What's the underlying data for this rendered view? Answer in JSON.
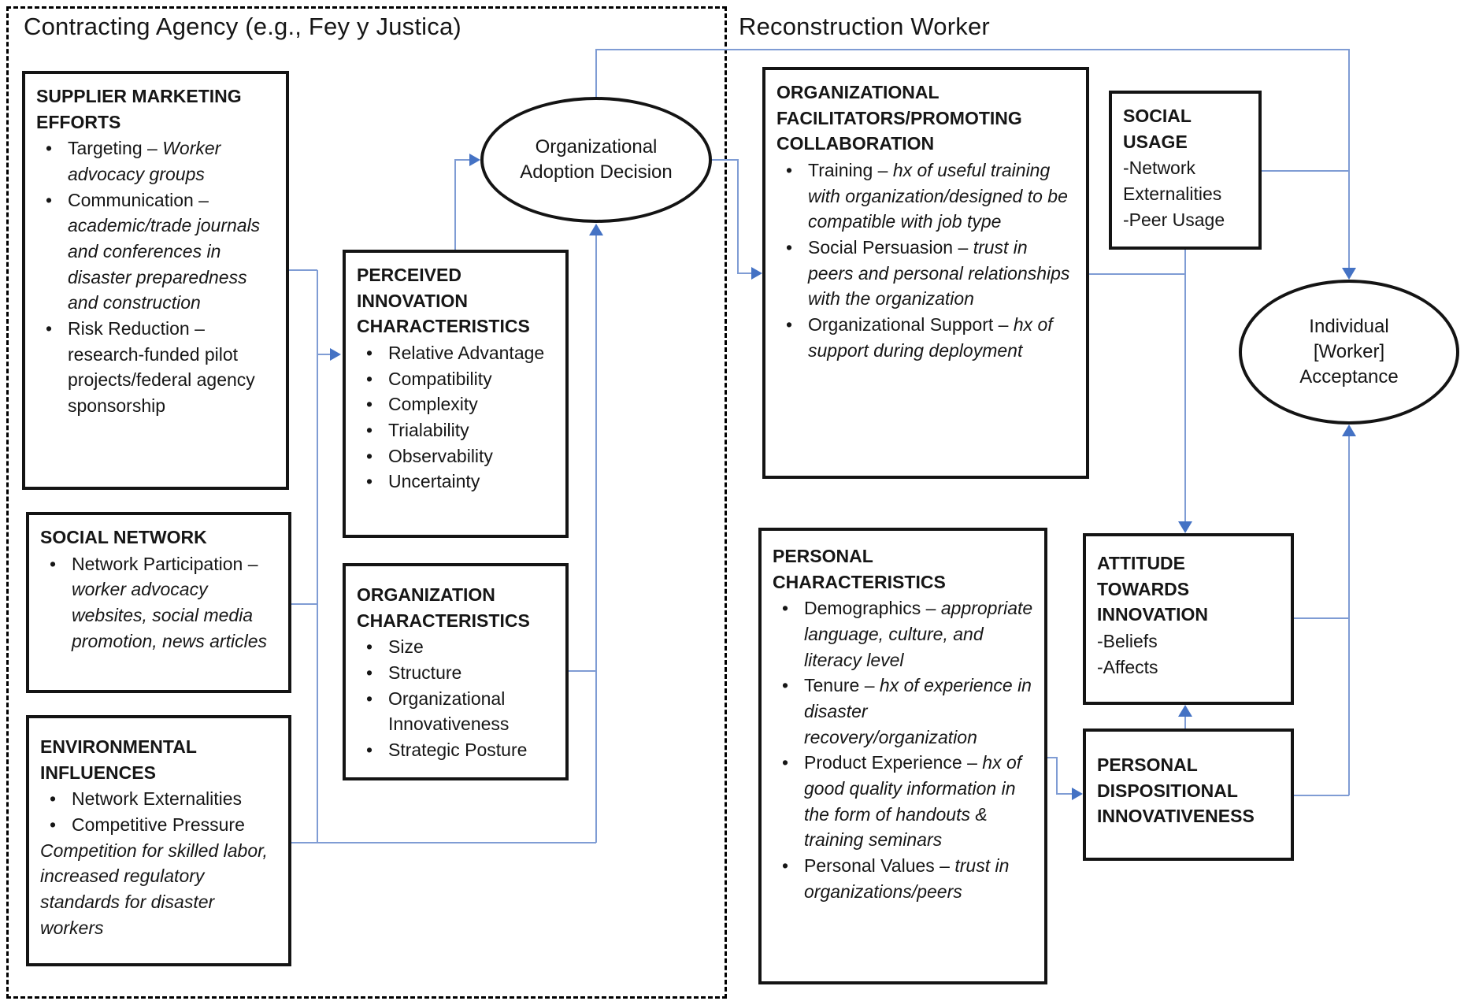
{
  "header": {
    "contracting_agency": "Contracting Agency (e.g., Fey y Justica)",
    "reconstruction_worker": "Reconstruction Worker"
  },
  "boxes": {
    "supplier_marketing": {
      "title": "SUPPLIER MARKETING EFFORTS",
      "items": [
        {
          "text": "Targeting – ",
          "italic": "Worker advocacy groups"
        },
        {
          "text": "Communication – ",
          "italic": "academic/trade journals and conferences in disaster preparedness and construction"
        },
        {
          "text": "Risk Reduction – research-funded pilot projects/federal agency sponsorship"
        }
      ]
    },
    "social_network": {
      "title": "SOCIAL NETWORK",
      "items": [
        {
          "text": "Network Participation – ",
          "italic": "worker advocacy websites, social media promotion, news articles"
        }
      ]
    },
    "environmental": {
      "title": "ENVIRONMENTAL INFLUENCES",
      "items": [
        {
          "text": "Network Externalities"
        },
        {
          "text": "Competitive Pressure"
        }
      ],
      "note": "Competition for skilled labor, increased regulatory standards for disaster workers"
    },
    "perceived_innovation": {
      "title": "PERCEIVED INNOVATION CHARACTERISTICS",
      "items": [
        {
          "text": "Relative Advantage"
        },
        {
          "text": "Compatibility"
        },
        {
          "text": "Complexity"
        },
        {
          "text": "Trialability"
        },
        {
          "text": "Observability"
        },
        {
          "text": "Uncertainty"
        }
      ]
    },
    "organization_characteristics": {
      "title": "ORGANIZATION CHARACTERISTICS",
      "items": [
        {
          "text": "Size"
        },
        {
          "text": "Structure"
        },
        {
          "text": "Organizational Innovativeness"
        },
        {
          "text": "Strategic Posture"
        }
      ]
    },
    "organizational_facilitators": {
      "title": "ORGANIZATIONAL FACILITATORS/PROMOTING COLLABORATION",
      "items": [
        {
          "text": "Training – ",
          "italic": "hx of useful training with organization/designed to be compatible with job type"
        },
        {
          "text": "Social Persuasion – ",
          "italic": "trust in peers and personal relationships with the organization"
        },
        {
          "text": "Organizational Support – ",
          "italic": "hx of support during deployment"
        }
      ]
    },
    "social_usage": {
      "title": "SOCIAL USAGE",
      "lines": [
        "-Network Externalities",
        "-Peer Usage"
      ]
    },
    "personal_characteristics": {
      "title": "PERSONAL CHARACTERISTICS",
      "items": [
        {
          "text": "Demographics – ",
          "italic": "appropriate language, culture, and literacy level"
        },
        {
          "text": "Tenure – ",
          "italic": "hx of experience in disaster recovery/organization"
        },
        {
          "text": "Product Experience – ",
          "italic": "hx of good quality information in the form of handouts & training seminars"
        },
        {
          "text": "Personal Values – ",
          "italic": "trust in organizations/peers"
        }
      ]
    },
    "attitude": {
      "title": "ATTITUDE TOWARDS INNOVATION",
      "lines": [
        "-Beliefs",
        "-Affects"
      ]
    },
    "personal_dispositional": {
      "title": "PERSONAL DISPOSITIONAL INNOVATIVENESS"
    }
  },
  "ellipses": {
    "organizational_adoption": "Organizational Adoption Decision",
    "individual_acceptance": "Individual [Worker] Acceptance"
  },
  "colors": {
    "connector_line": "#7f9cd4",
    "arrowhead": "#4472c4",
    "box_border": "#141414"
  }
}
